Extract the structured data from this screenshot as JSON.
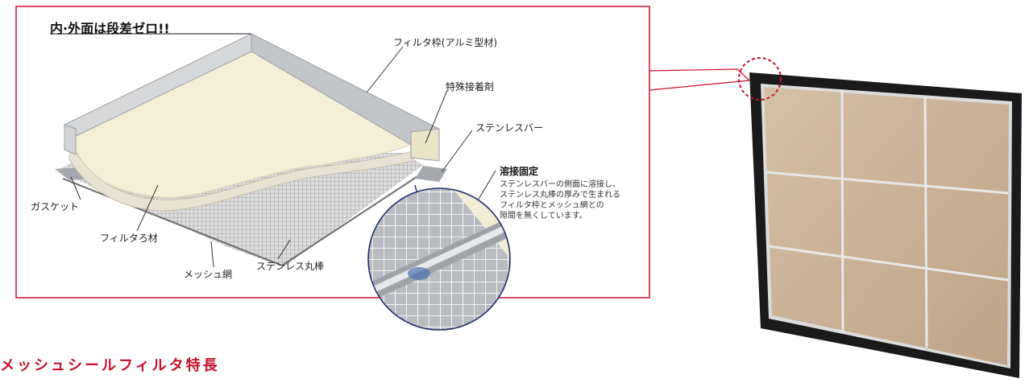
{
  "headline": "内·外面は段差ゼロ!!",
  "labels": {
    "frame": "フィルタ枠(アルミ型材)",
    "adhesive": "特殊接着剤",
    "stainless_bar": "ステンレスバー",
    "gasket": "ガスケット",
    "filter_media": "フィルタろ材",
    "mesh": "メッシュ網",
    "stainless_rod": "ステンレス丸棒"
  },
  "weld": {
    "title": "溶接固定",
    "lines": [
      "ステンレスバーの側面に溶接し、",
      "ステンレス丸棒の厚みで生まれる",
      "フィルタ枠とメッシュ網との",
      "隙間を無くしています。"
    ]
  },
  "section_title": "メッシュシールフィルタ特長",
  "colors": {
    "accent_red": "#c8102e",
    "frame_silver": "#c9cbcd",
    "filter_cream": "#f4efd8",
    "panel_tan": "#c9b49a",
    "panel_border": "#1a1a1a"
  }
}
